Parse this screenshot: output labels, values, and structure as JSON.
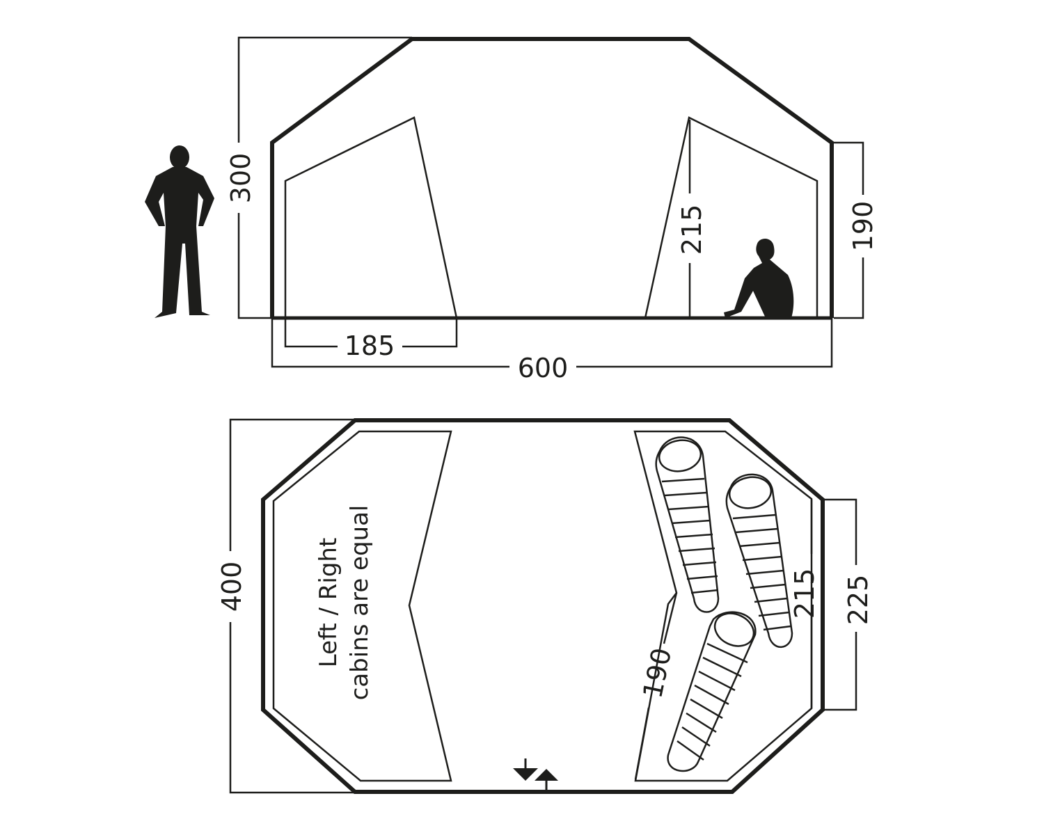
{
  "colors": {
    "line": "#1d1d1b",
    "background": "#ffffff"
  },
  "side_view": {
    "total_height": "300",
    "total_length": "600",
    "cabin_length": "185",
    "cabin_height": "215",
    "wall_height": "190",
    "figures": [
      "standing-person",
      "sitting-person"
    ]
  },
  "floor_plan": {
    "width": "400",
    "sleeping_length": "190",
    "cabin_width": "215",
    "end_width": "225",
    "note_line1": "Left / Right",
    "note_line2": "cabins are equal",
    "entrance_icon": "entrance-arrows-icon",
    "sleeping_bags": 3
  }
}
